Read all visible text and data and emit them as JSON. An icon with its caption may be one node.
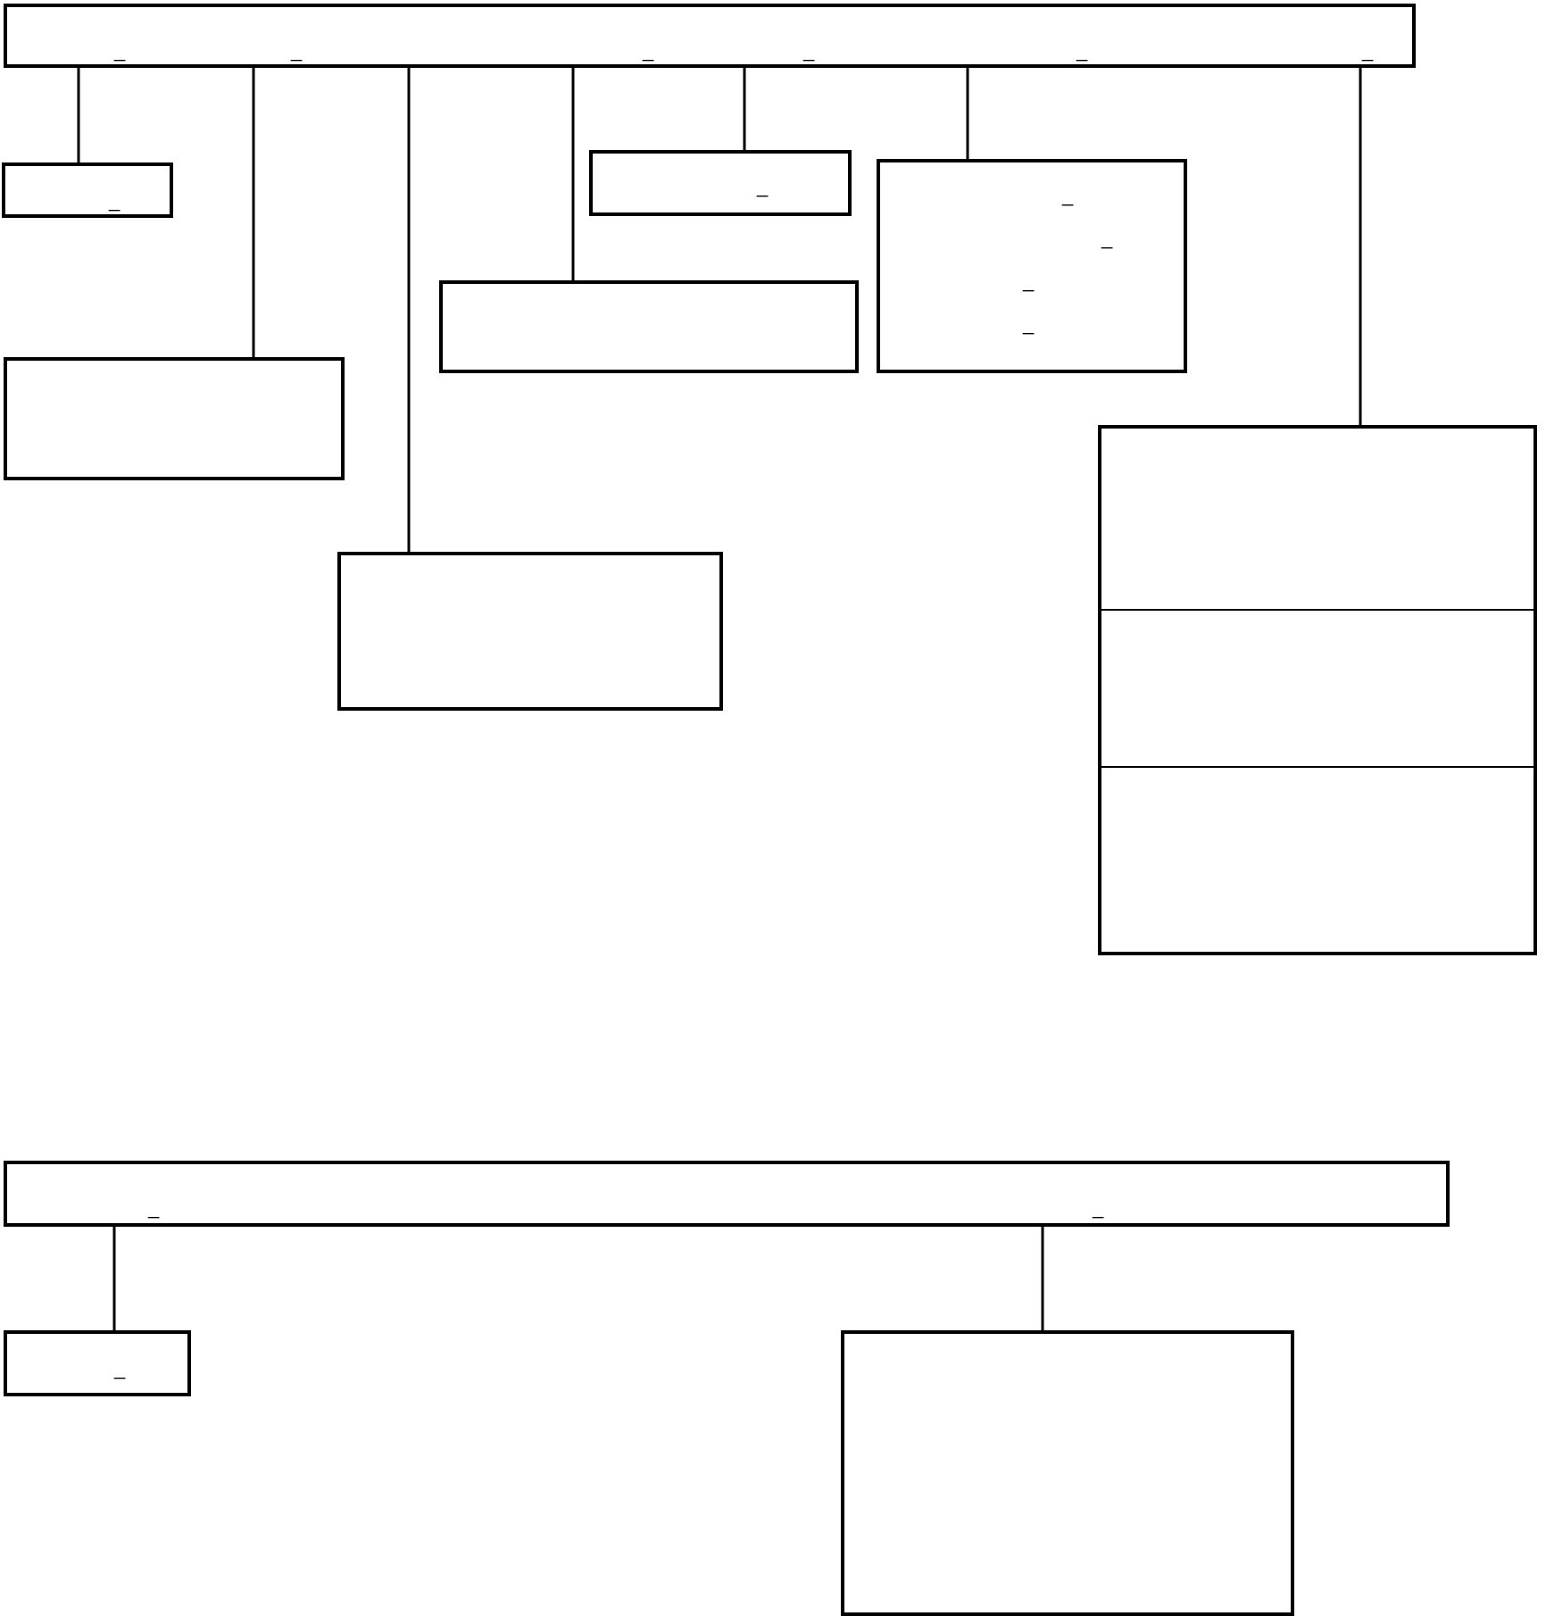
{
  "diagram": {
    "nodes": [
      {
        "text": [
          "_",
          "_",
          "_",
          "_",
          "_",
          "_"
        ]
      },
      {
        "text": [
          "_"
        ]
      },
      {
        "text": [],
        "shape": "box"
      },
      {
        "text": [],
        "shape": "box"
      },
      {
        "text": [],
        "shape": "box"
      },
      {
        "text": [
          "_"
        ]
      },
      {
        "text": [
          "_",
          "_",
          "_",
          "_"
        ]
      },
      {
        "text": [],
        "shape": "box"
      },
      {
        "text": [
          "_",
          "_"
        ]
      },
      {
        "text": [
          "_"
        ]
      },
      {
        "text": [],
        "shape": "box"
      }
    ],
    "edges": [
      {
        "from": 0,
        "to": 1,
        "arrow": "none"
      },
      {
        "from": 0,
        "to": 2,
        "arrow": "none"
      },
      {
        "from": 0,
        "to": 3,
        "arrow": "none"
      },
      {
        "from": 0,
        "to": 4,
        "arrow": "none"
      },
      {
        "from": 0,
        "to": 5,
        "arrow": "none"
      },
      {
        "from": 0,
        "to": 6,
        "arrow": "none"
      },
      {
        "from": 0,
        "to": 7,
        "arrow": "none"
      },
      {
        "from": 8,
        "to": 9,
        "arrow": "none"
      },
      {
        "from": 8,
        "to": 10,
        "arrow": "none"
      }
    ]
  }
}
